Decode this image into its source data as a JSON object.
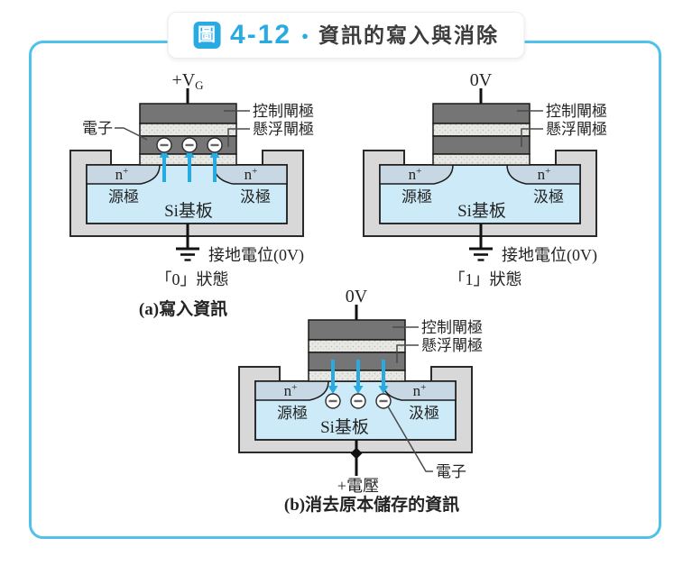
{
  "figure": {
    "tag": "圖",
    "number": "4-12",
    "bullet": "●",
    "title": "資訊的寫入與消除"
  },
  "shared_labels": {
    "control_gate": "控制閘極",
    "floating_gate": "懸浮閘極",
    "electron": "電子",
    "n_plus": "n",
    "n_plus_sup": "+",
    "source": "源極",
    "drain": "汲極",
    "substrate": "Si基板",
    "ground_potential": "接地電位(0V)"
  },
  "write_diagram_0": {
    "terminal": "+V",
    "terminal_sub": "G",
    "state": "「0」狀態",
    "caption": "(a)寫入資訊"
  },
  "write_diagram_1": {
    "terminal": "0V",
    "state": "「1」狀態"
  },
  "erase_diagram": {
    "terminal": "0V",
    "bottom_voltage": "+電壓",
    "caption": "(b)消去原本儲存的資訊"
  },
  "colors": {
    "accent_cyan": "#29abe2",
    "frame_cyan": "#4fc1ec",
    "gate_dark_gray": "#757575",
    "oxide_light_gray": "#e7e7e4",
    "body_gray": "#d8d8d8",
    "substrate_blue": "#cdeaf8",
    "n_region_blue_gray": "#c8d7e4",
    "text_dark": "#232323"
  }
}
